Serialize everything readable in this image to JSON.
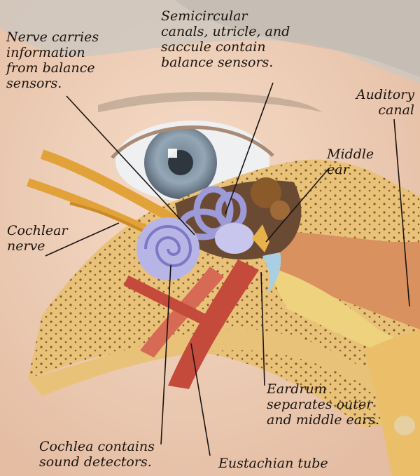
{
  "labels": {
    "nerve_balance": [
      "Nerve carries",
      "information",
      "from balance",
      "sensors."
    ],
    "semicircular": [
      "Semicircular",
      "canals, utricle, and",
      "saccule contain",
      "balance sensors."
    ],
    "auditory_canal": [
      "Auditory",
      "canal"
    ],
    "middle_ear": [
      "Middle",
      "ear"
    ],
    "cochlear_nerve": [
      "Cochlear",
      "nerve"
    ],
    "eardrum": [
      "Eardrum",
      "separates outer",
      "and middle ears."
    ],
    "cochlea": [
      "Cochlea contains",
      "sound detectors."
    ],
    "eustachian": [
      "Eustachian tube"
    ]
  },
  "colors": {
    "skin": "#f1d3bd",
    "bone": "#e9c27a",
    "bone_dots": "#8a5a2a",
    "cochlea": "#b7b5e6",
    "muscle": "#c44a3b",
    "nerve": "#e2a23a",
    "iris": "#8fa2b1",
    "leader_line": "#1b1410"
  }
}
